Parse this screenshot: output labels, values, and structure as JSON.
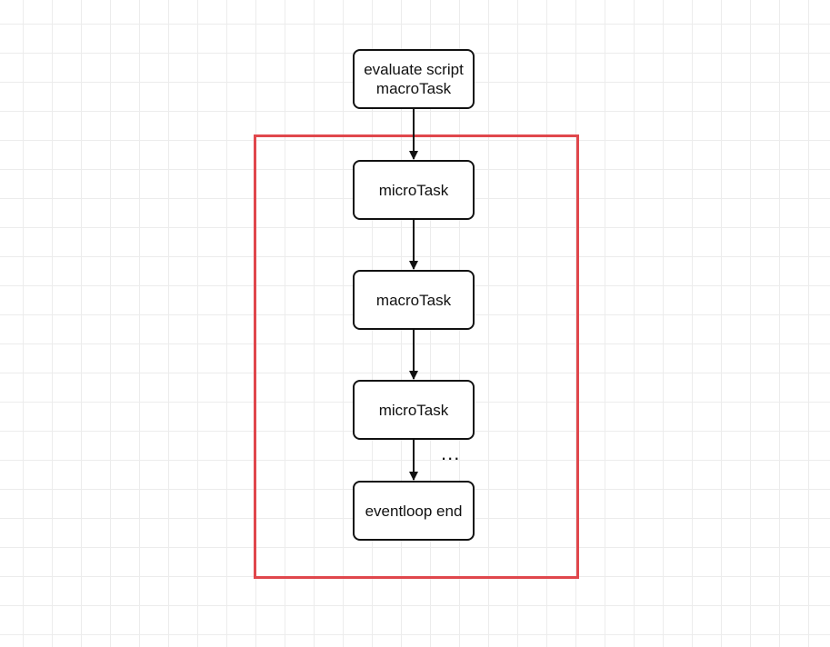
{
  "diagram": {
    "nodes": [
      {
        "id": "evaluate-script",
        "lines": [
          "evaluate script",
          "macroTask"
        ]
      },
      {
        "id": "micro-1",
        "lines": [
          "microTask"
        ]
      },
      {
        "id": "macro-1",
        "lines": [
          "macroTask"
        ]
      },
      {
        "id": "micro-2",
        "lines": [
          "microTask"
        ]
      },
      {
        "id": "eventloop-end",
        "lines": [
          "eventloop end"
        ]
      }
    ],
    "edges": [
      {
        "from": "evaluate-script",
        "to": "micro-1"
      },
      {
        "from": "micro-1",
        "to": "macro-1"
      },
      {
        "from": "macro-1",
        "to": "micro-2"
      },
      {
        "from": "micro-2",
        "to": "eventloop-end"
      }
    ],
    "continuation": "...",
    "colors": {
      "stroke": "#111111",
      "highlight": "#e0474c",
      "grid": "#ececec"
    }
  }
}
